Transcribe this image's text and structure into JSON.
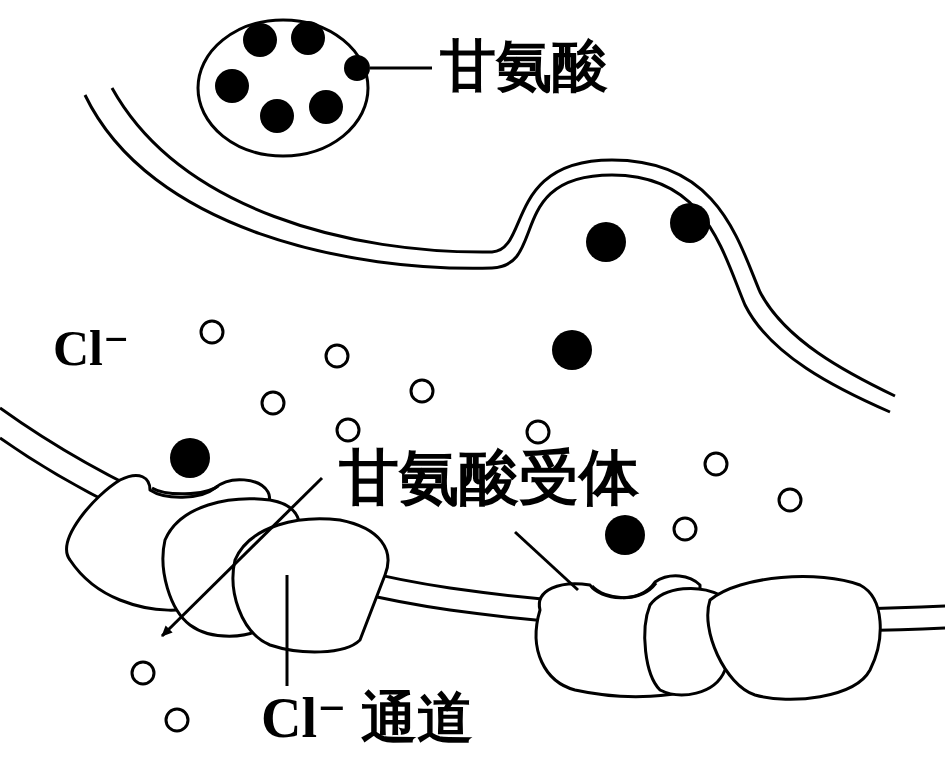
{
  "diagram": {
    "labels": [
      "甘氨酸",
      "Cl⁻",
      "甘氨酸受体",
      "Cl⁻ 通道"
    ]
  }
}
